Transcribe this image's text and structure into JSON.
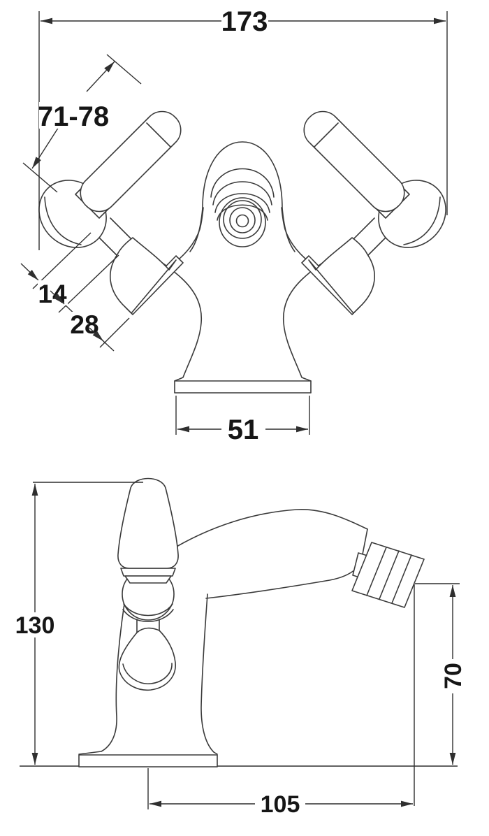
{
  "drawing": {
    "type": "technical-dimension-drawing",
    "subject": "two-handle-bidet-mixer-tap",
    "views": [
      "front-view",
      "side-view"
    ],
    "line_color": "#3a3a3a",
    "background_color": "#ffffff"
  },
  "dimensions": {
    "overall_width": "173",
    "handle_length": "71-78",
    "handle_detail_small": "14",
    "handle_detail_large": "28",
    "base_width": "51",
    "overall_height": "130",
    "outlet_height": "70",
    "spout_reach": "105"
  }
}
